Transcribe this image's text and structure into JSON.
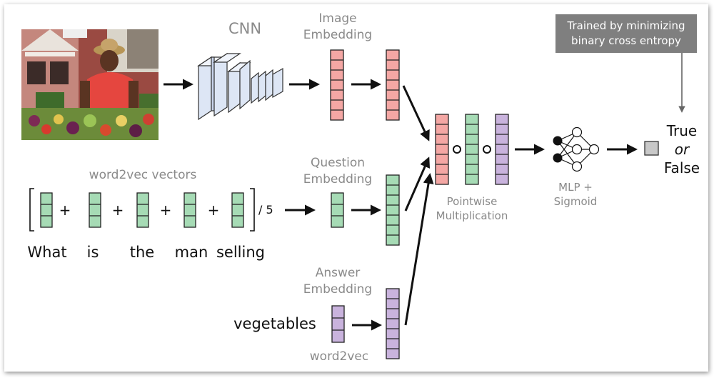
{
  "cnn_label": "CNN",
  "image_embedding_label": [
    "Image",
    "Embedding"
  ],
  "question_embedding_label": [
    "Question",
    "Embedding"
  ],
  "answer_embedding_label": [
    "Answer",
    "Embedding"
  ],
  "word2vec_vectors_label": "word2vec vectors",
  "divide_label": "/ 5",
  "question_words": [
    "What",
    "is",
    "the",
    "man",
    "selling"
  ],
  "answer_word": "vegetables",
  "answer_word2vec_label": "word2vec",
  "pointwise_label": [
    "Pointwise",
    "Multiplication"
  ],
  "mlp_label": [
    "MLP +",
    "Sigmoid"
  ],
  "output_label": {
    "line1": "True",
    "line2": "or",
    "line3": "False"
  },
  "training_note": [
    "Trained by minimizing",
    "binary cross entropy"
  ],
  "colors": {
    "image_vector": "#f4a7a4",
    "question_vector": "#a6dbb5",
    "answer_vector": "#c9b3dd",
    "cnn_block": "#dde6f5",
    "note_bg": "#7f7f7f",
    "label_gray": "#8a8a8a"
  },
  "icons": {
    "photo": "man-selling-vegetables-photo",
    "cnn": "cnn-layers-icon",
    "mlp": "neural-network-icon",
    "output": "output-square-icon"
  }
}
